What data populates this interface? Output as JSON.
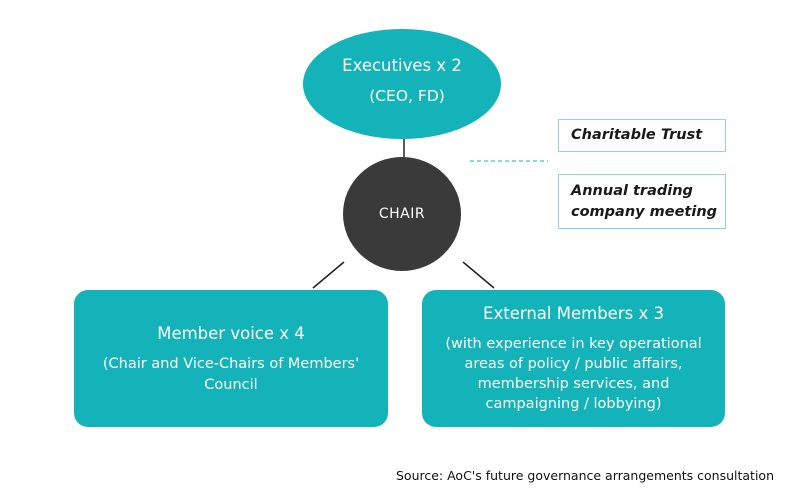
{
  "nodes": {
    "executives": {
      "title": "Executives x 2",
      "subtitle": "(CEO, FD)"
    },
    "chair": {
      "label": "CHAIR"
    },
    "member_voice": {
      "title": "Member voice  x 4",
      "body_line1": "(Chair and Vice-Chairs of Members'",
      "body_line2": "Council"
    },
    "external_members": {
      "title": "External Members x 3",
      "body_line1": "(with experience in key operational",
      "body_line2": "areas of policy / public affairs,",
      "body_line3": "membership services, and",
      "body_line4": "campaigning / lobbying)"
    }
  },
  "side_entities": {
    "charitable_trust": "Charitable Trust",
    "annual_meeting_line1": "Annual trading",
    "annual_meeting_line2": "company meeting"
  },
  "source": "Source: AoC's future governance arrangements consultation",
  "colors": {
    "teal": "#14b3ba",
    "chair": "#3a3a3a",
    "side_border": "#8fd4d8",
    "dashed_link": "#14b3ba",
    "connector": "#222222"
  }
}
